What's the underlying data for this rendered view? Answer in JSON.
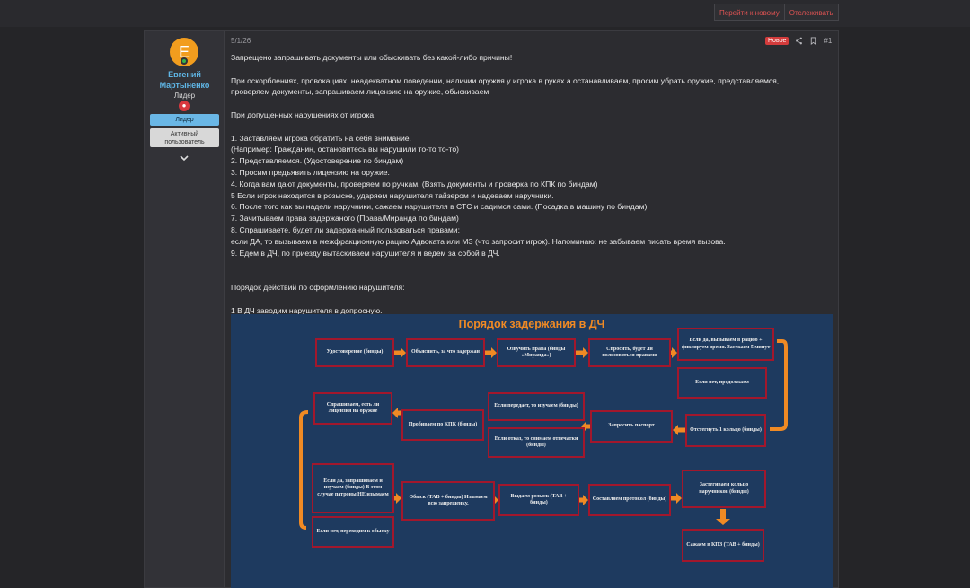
{
  "toolbar": {
    "goto_new": "Перейти к новому",
    "watch": "Отслеживать"
  },
  "user": {
    "avatar_letter": "Е",
    "name": "Евгений Мартыненко",
    "title": "Лидер",
    "banners": [
      "Лидер",
      "Активный пользователь"
    ]
  },
  "post": {
    "date": "5/1/26",
    "badge": "Новое",
    "number": "#1",
    "lines": [
      "Запрещено запрашивать документы или обыскивать без какой-либо причины!",
      "",
      "При оскорблениях, провокациях, неадекватном поведении, наличии оружия у игрока в руках а останавливаем, просим убрать оружие, представляемся,",
      "проверяем документы, запрашиваем лицензию на оружие, обыскиваем",
      "",
      "При допущенных нарушениях от игрока:",
      "",
      "1. Заставляем игрока обратить на себя внимание.",
      "(Например: Гражданин, остановитесь вы нарушили то-то то-то)",
      "2. Представляемся. (Удостоверение по биндам)",
      "3. Просим предъявить лицензию на оружие.",
      "4. Когда вам дают документы, проверяем по ручкам. (Взять документы и проверка по КПК по биндам)",
      "5 Если игрок находится в розыске, ударяем нарушителя тайзером и надеваем наручники.",
      "6. После того как вы надели наручники, сажаем нарушителя в СТС и садимся сами. (Посадка в машину по биндам)",
      "7. Зачитываем права задержаного (Права/Миранда по биндам)",
      "8. Спрашиваете, будет ли задержанный пользоваться правами:",
      "если ДА, то вызываем в межфракционную рацию Адвоката или МЗ (что запросит игрок). Напоминаю: не забываем писать время вызова.",
      "9. Едем в ДЧ, по приезду вытаскиваем нарушителя и ведем за собой в ДЧ.",
      "",
      "",
      "Порядок действий по оформлению нарушителя:",
      "",
      "1 В ДЧ заводим нарушителя в допросную."
    ]
  },
  "diagram": {
    "title": "Порядок задержания в ДЧ",
    "boxes": [
      "Удостоверение (бинды)",
      "Объяснить, за что задержан",
      "Озвучить права (бинды «Миранда»)",
      "Спросить, будет ли пользоваться правами",
      "Если да, вызываем в рацию + фиксируем время. Засекаем 5 минут",
      "Если нет, продолжаем",
      "Отстегнуть 1 кольцо (бинды)",
      "Запросить паспорт",
      "Если передает, то изучаем (бинды)",
      "Если отказ, то снимаем отпечатки (бинды)",
      "Пробиваем по КПК (бинды)",
      "Спрашиваем, есть ли лицензия на оружие",
      "Если да, запрашиваем и изучаем (бинды) В этом случае патроны НЕ изымаем",
      "Если нет, переходим к обыску",
      "Обыск (ТАВ + бинды) Изымаем всю запрещенку.",
      "Выдаем розыск (ТАВ + бинды)",
      "Составляем протокол (бинды)",
      "Застегиваем кольцо наручников (бинды)",
      "Сажаем в КПЗ (ТАВ + бинды)"
    ]
  },
  "colors": {
    "accent_red": "#d43c3c",
    "username_blue": "#5fb6e6",
    "avatar_orange": "#f29d1e",
    "diagram_bg": "#1e3a5f",
    "diagram_title": "#f08a24",
    "box_border": "#a2172c",
    "arrow": "#f08a24"
  },
  "icons": [
    "share-icon",
    "bookmark-icon",
    "chevron-down-icon",
    "user-badge-icon"
  ]
}
